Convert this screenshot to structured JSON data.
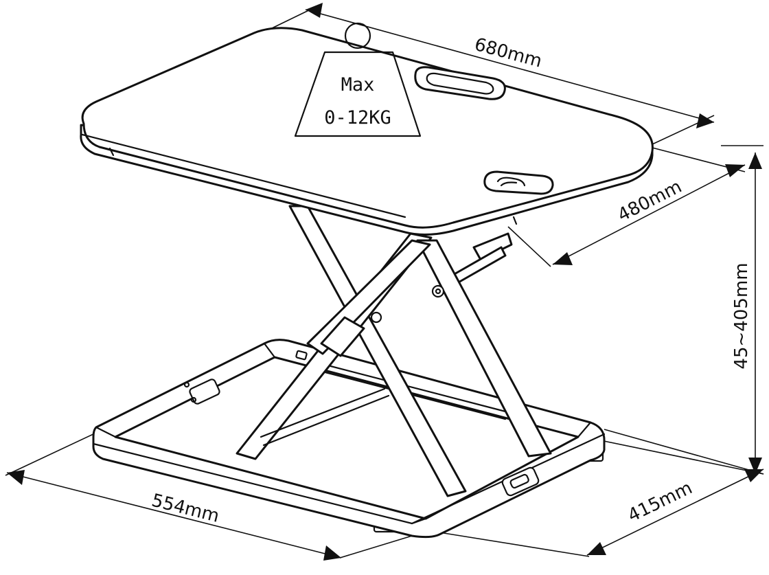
{
  "dimensions": {
    "top_width": "680mm",
    "top_depth": "480mm",
    "height_range": "45~405mm",
    "base_width": "554mm",
    "base_depth": "415mm"
  },
  "weight_badge": {
    "line1": "Max",
    "line2": "0-12KG",
    "fill_color": "#d9d9d9"
  },
  "colors": {
    "line": "#111111",
    "background": "#ffffff"
  }
}
